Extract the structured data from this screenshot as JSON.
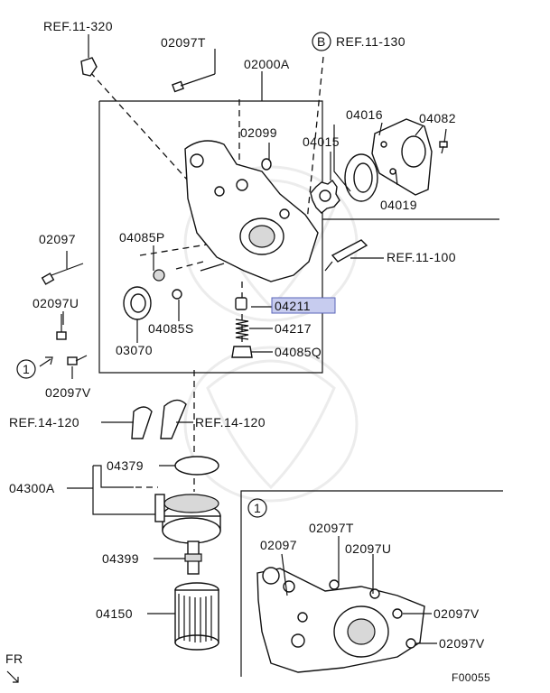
{
  "labels": {
    "ref_11_320": "REF.11-320",
    "p02097T_top": "02097T",
    "ref_b_circle": "B",
    "ref_11_130": "REF.11-130",
    "p02000A": "02000A",
    "p04016": "04016",
    "p04082": "04082",
    "p02099": "02099",
    "p04015": "04015",
    "p04019": "04019",
    "p04085P": "04085P",
    "ref_11_100": "REF.11-100",
    "p02097": "02097",
    "p04211": "04211",
    "p04217": "04217",
    "p04085Q": "04085Q",
    "p04085S": "04085S",
    "p02097U": "02097U",
    "p03070": "03070",
    "callout_1": "1",
    "p02097V": "02097V",
    "ref_14_120_left": "REF.14-120",
    "ref_14_120_right": "REF.14-120",
    "p04379": "04379",
    "p04300A": "04300A",
    "p04399": "04399",
    "p04150": "04150",
    "fr": "FR",
    "figure_code": "F00055"
  },
  "detail_view": {
    "callout": "1",
    "l02097T": "02097T",
    "l02097": "02097",
    "l02097U": "02097U",
    "l02097V_a": "02097V",
    "l02097V_b": "02097V"
  },
  "colors": {
    "highlight": "#c7ccef",
    "line": "#111111"
  }
}
